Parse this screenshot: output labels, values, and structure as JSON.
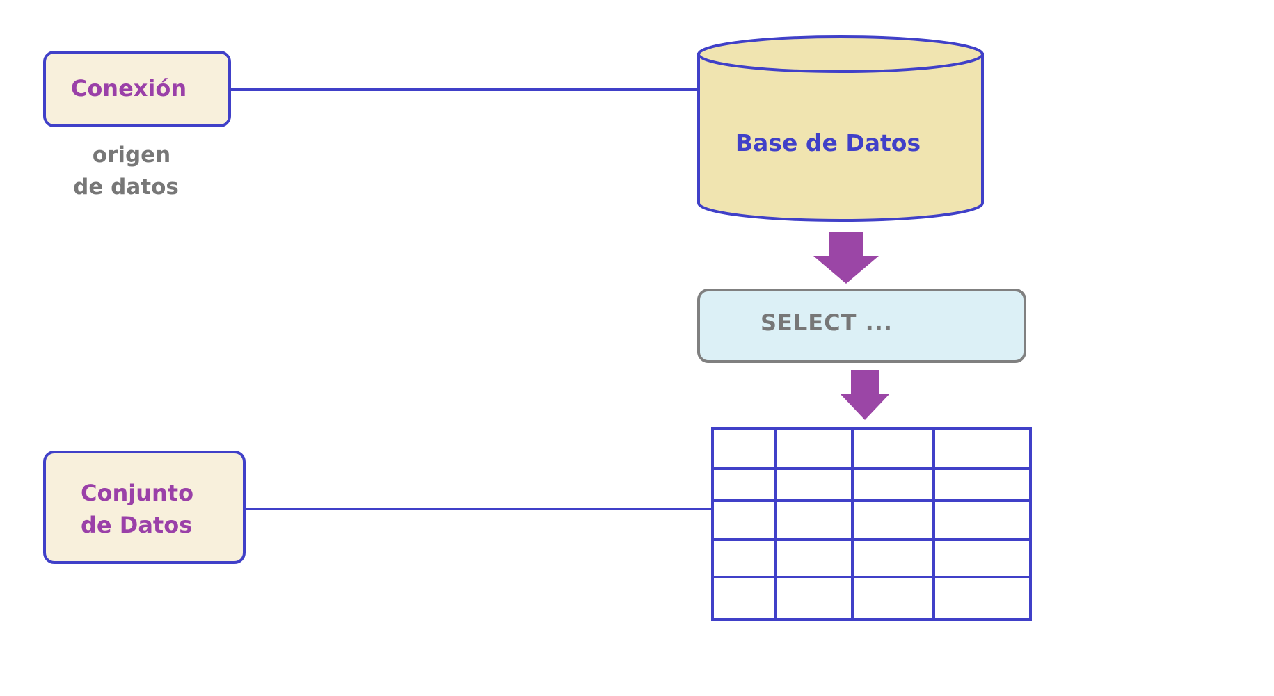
{
  "nodes": {
    "connection": {
      "label": "Conexión"
    },
    "connection_note": {
      "line1": "origen",
      "line2": "de datos"
    },
    "database": {
      "label": "Base de Datos"
    },
    "query": {
      "label": "SELECT ..."
    },
    "dataset": {
      "line1": "Conjunto",
      "line2": "de Datos"
    }
  },
  "result_table": {
    "rows": 5,
    "columns": 4
  },
  "colors": {
    "line_blue": "#4040c8",
    "label_purple": "#9a40a8",
    "label_gray": "#777777",
    "box_fill_cream": "#f8f0dc",
    "cylinder_fill": "#f0e4b0",
    "select_fill": "#dcf0f6",
    "select_border": "#808080",
    "arrow_purple": "#9b46a6"
  }
}
